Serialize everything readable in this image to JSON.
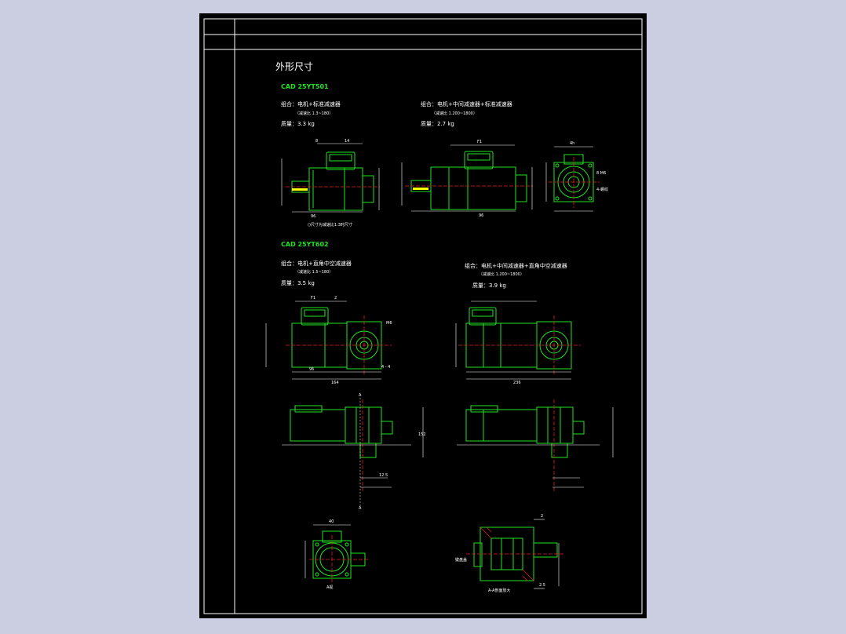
{
  "colors": {
    "background": "#cbcde0",
    "sheet": "#000000",
    "frame": "#ffffff",
    "outline": "#21e321",
    "centerline": "#e02020",
    "dimension": "#ffffff"
  },
  "drawing": {
    "title": "外形尺寸",
    "section1": {
      "model": "CAD  25YT501",
      "left_caption": "组合：电机+标准减速器",
      "left_ratio": "（减速比 1.3~180）",
      "left_weight": "质量：3.3 kg",
      "right_caption": "组合：电机+中间减速器+标准减速器",
      "right_ratio": "（减速比 1.200~1800）",
      "right_weight": "质量：2.7 kg",
      "note": "()尺寸为减速比1:3时尺寸"
    },
    "section2": {
      "model": "CAD  25YT602",
      "left_caption": "组合：电机+直角中空减速器",
      "left_ratio": "（减速比 1.5~180）",
      "left_weight": "质量：3.5 kg",
      "right_caption": "组合：电机+中间减速器+直角中空减速器",
      "right_ratio": "（减速比 1.200~1800）",
      "right_weight": "质量：3.9 kg"
    },
    "dims": {
      "d_top_left_a": "8",
      "d_top_left_b": "14",
      "d_top_left_c": "96",
      "d_top_right_a": "F1",
      "d_top_right_b": "96",
      "d_end_a": "4h",
      "d_end_b": "8 M6",
      "d_end_c": "4-螺纹",
      "d_mid_a": "F1",
      "d_mid_b": "2",
      "d_mid_c": "M6",
      "d_mid_d": "96",
      "d_mid_e": "164",
      "d_mid_f": "236",
      "d_mid_g": "4 - 4",
      "d_low_a": "A",
      "d_low_b": "152",
      "d_low_c": "A",
      "d_low_d": "12.5",
      "d_bot_a": "2",
      "d_bot_b": "2.5",
      "d_bot_c": "A-A剖面放大",
      "d_bot_d": "键盘盖",
      "d_bot_e": "40",
      "d_bot_f": "A视"
    }
  }
}
